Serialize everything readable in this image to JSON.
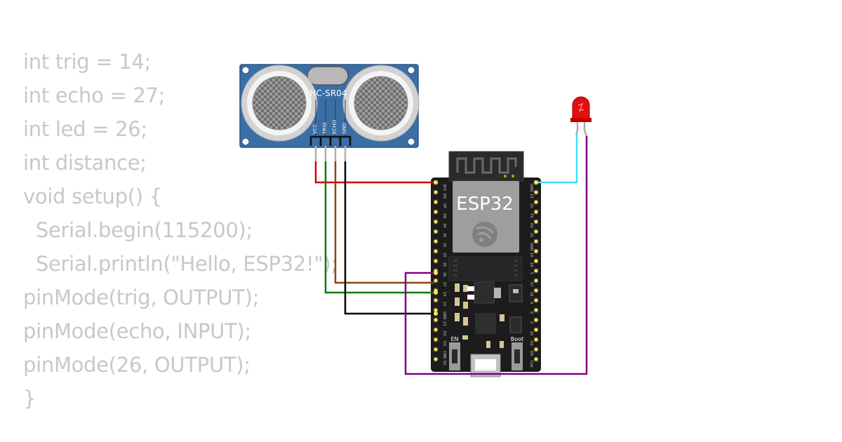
{
  "code": {
    "lines": [
      "int trig = 14;",
      "int echo = 27;",
      "int led = 26;",
      "int distance;",
      "void setup() {",
      "  Serial.begin(115200);",
      "  Serial.println(\"Hello, ESP32!\");",
      "pinMode(trig, OUTPUT);",
      "pinMode(echo, INPUT);",
      "pinMode(26, OUTPUT);",
      "}"
    ]
  },
  "sensor": {
    "name": "HC-SR04",
    "pins": [
      "VCC",
      "TRIG",
      "ECHO",
      "GND"
    ]
  },
  "board": {
    "name": "ESP32",
    "button_en": "EN",
    "button_boot": "Boot"
  },
  "wires": {
    "vcc_color": "#d40000",
    "trig_color": "#0a7a0a",
    "echo_color": "#8b4513",
    "gnd_color": "#000000",
    "led_anode_color": "#3fe0f0",
    "led_cathode_color": "#800080"
  },
  "colors": {
    "sensor_pcb": "#3a6ea5",
    "board_pcb": "#1c1c1c",
    "led": "#e01010",
    "code_text": "#c8c8c8"
  }
}
